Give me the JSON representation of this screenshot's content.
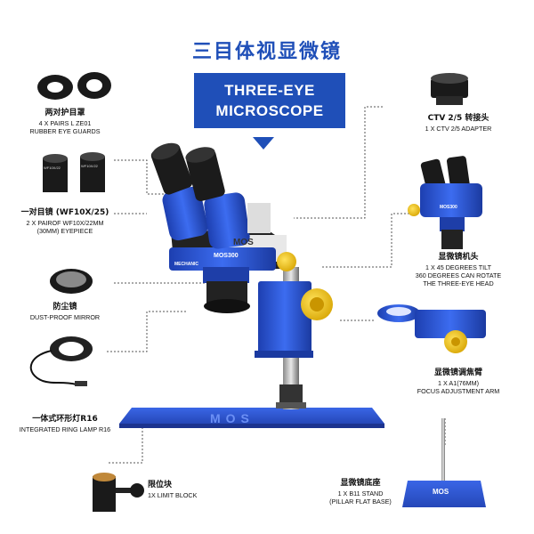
{
  "title_cn": "三目体视显微镜",
  "badge": {
    "line1": "THREE-EYE",
    "line2": "MICROSCOPE"
  },
  "brand": {
    "mos": "MOS",
    "model": "MOS300",
    "mechanic": "MECHANIC",
    "base_text": "MOS"
  },
  "parts": {
    "eye_guards": {
      "cn": "两对护目罩",
      "en1": "4 X PAIRS L ZE01",
      "en2": "RUBBER EYE GUARDS"
    },
    "eyepiece": {
      "cn": "一对目镜 (WF10X/25)",
      "en1": "2 X PAIROF WF10X/22MM",
      "en2": "(30MM) EYEPIECE"
    },
    "mirror": {
      "cn": "防尘镜",
      "en1": "DUST-PROOF MIRROR"
    },
    "ring_lamp": {
      "cn": "一体式环形灯R16",
      "en1": "INTEGRATED RING LAMP R16"
    },
    "limit_block": {
      "cn": "限位块",
      "en1": "1X LIMIT BLOCK"
    },
    "ctv": {
      "cn": "CTV 2/5 转接头",
      "en1": "1 X CTV 2/5 ADAPTER"
    },
    "head": {
      "cn": "显微镜机头",
      "en1": "1 X 45 DEGREES TILT",
      "en2": "360 DEGREES CAN ROTATE",
      "en3": "THE THREE-EYE HEAD"
    },
    "arm": {
      "cn": "显微镜调焦臂",
      "en1": "1 X A1(76MM)",
      "en2": "FOCUS ADJUSTMENT ARM"
    },
    "stand": {
      "cn": "显微镜底座",
      "en1": "1 X B11 STAND",
      "en2": "(PILLAR FLAT BASE)"
    }
  },
  "eyepiece_text": "WF10X/22"
}
